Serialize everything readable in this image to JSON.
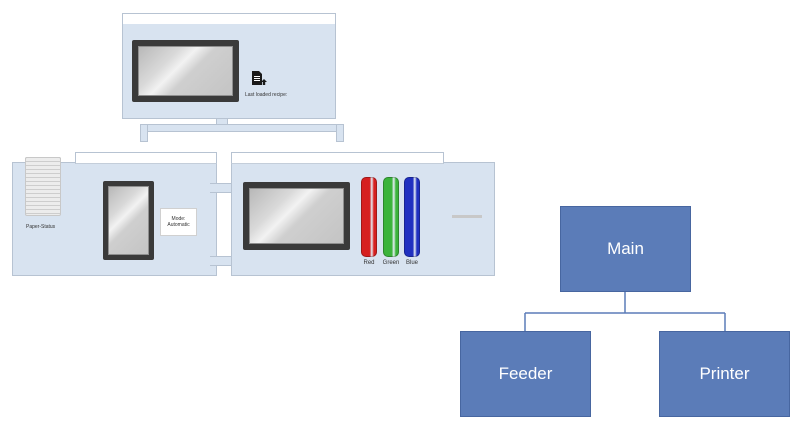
{
  "machine": {
    "top_label": "Last loaded recipe:",
    "paper_status": "Paper-Status",
    "mode_line1": "Mode:",
    "mode_line2": "Automatic",
    "cylinders": [
      {
        "label": "Red",
        "color": "#d62020"
      },
      {
        "label": "Green",
        "color": "#3bb33b"
      },
      {
        "label": "Blue",
        "color": "#2030c0"
      }
    ]
  },
  "org": {
    "main": "Main",
    "feeder": "Feeder",
    "printer": "Printer",
    "box_color": "#5b7cb8",
    "line_color": "#5b7cb8"
  }
}
